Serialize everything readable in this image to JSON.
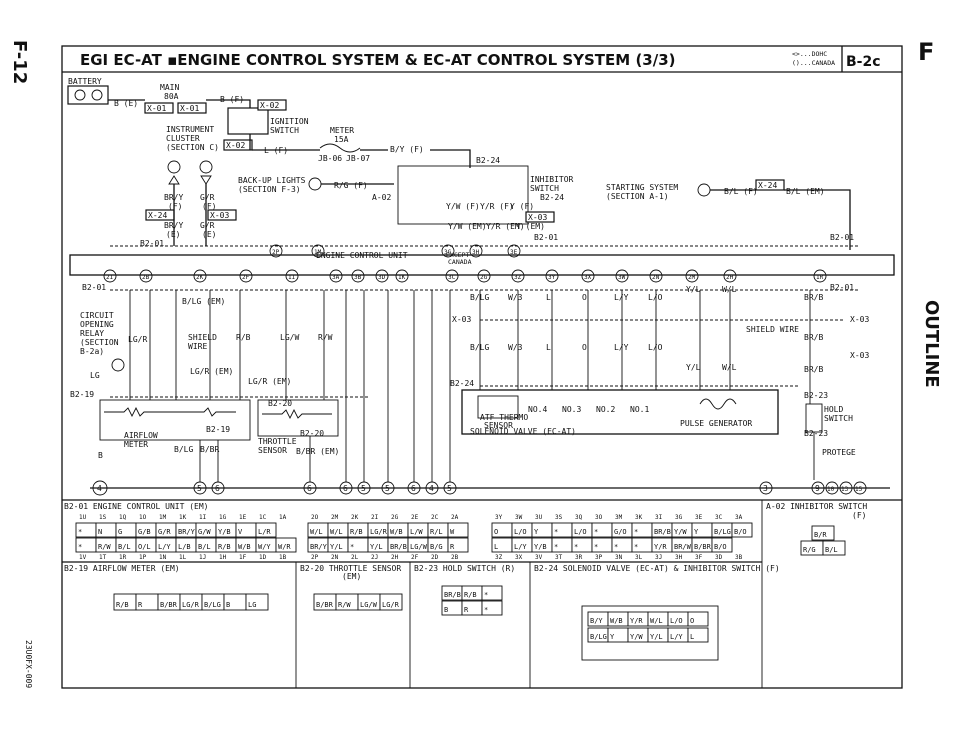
{
  "page": {
    "page_id": "F-12",
    "side_label": "F",
    "outline": "OUTLINE",
    "title": "EGI EC-AT ▪ENGINE CONTROL SYSTEM & EC-AT CONTROL SYSTEM (3/3)",
    "corner_code": "B-2c",
    "corner_small_1": "<>...DOHC",
    "corner_small_2": "()...CANADA",
    "doc_code": "23U0FX-009"
  },
  "labels": {
    "battery": "BATTERY",
    "main": "MAIN",
    "main_amp": "80A",
    "b_e": "B (E)",
    "b_f": "B (F)",
    "x01": "X-01",
    "ignition": "IGNITION",
    "switch": "SWITCH",
    "x02": "X-02",
    "meter": "METER",
    "fuse": "15A",
    "jb06": "JB-06",
    "jb07": "JB-07",
    "by_f": "B/Y (F)",
    "l_f": "L (F)",
    "inst": "INSTRUMENT",
    "cluster": "CLUSTER",
    "section_c": "(SECTION C)",
    "br_y": "BR/Y",
    "g_r": "G/R",
    "f": "(F)",
    "e": "(E)",
    "x24": "X-24",
    "x03": "X-03",
    "backup": "BACK-UP LIGHTS",
    "section_f3": "(SECTION F-3)",
    "rg_f": "R/G (F)",
    "a02": "A-02",
    "b224": "B2-24",
    "inhibitor": "INHIBITOR",
    "starting": "STARTING SYSTEM",
    "section_a1": "(SECTION A-1)",
    "bl_f": "B/L (F)",
    "bl_em": "B/L (EM)",
    "yw_f": "Y/W (F)",
    "yr_f": "Y/R (F)",
    "y_f": "Y (F)",
    "yw_em": "Y/W (EM)",
    "yr_em": "Y/R (EM)",
    "y_em": "Y (EM)",
    "b201": "B2-01",
    "ecu": "ENGINE CONTROL UNIT",
    "except": "EXCEPT",
    "canada": "CANADA",
    "circuit": "CIRCUIT",
    "opening": "OPENING",
    "relay": "RELAY",
    "section": "(SECTION",
    "b2a": "B-2a)",
    "blg_em": "B/LG (EM)",
    "lgr": "LG/R",
    "shield": "SHIELD",
    "wire": "WIRE",
    "rb": "R/B",
    "lgw": "LG/W",
    "rw": "R/W",
    "lg": "LG",
    "lgr_em": "LG/R (EM)",
    "b219": "B2-19",
    "b220": "B2-20",
    "airflow": "AIRFLOW",
    "meter2": "METER",
    "throttle": "THROTTLE",
    "sensor": "SENSOR",
    "b": "B",
    "blg": "B/LG",
    "bbr": "B/BR",
    "bbr_em": "B/BR (EM)",
    "w3": "W/3",
    "l": "L",
    "o": "O",
    "ly": "L/Y",
    "lo": "L/O",
    "yl": "Y/L",
    "wl": "W/L",
    "brb": "BR/B",
    "brw": "BR/W",
    "bo": "B/O",
    "bbr2": "B/BR",
    "shield_wire": "SHIELD WIRE",
    "b223": "B2-23",
    "hold": "HOLD",
    "switch2": "SWITCH",
    "protege": "PROTEGE",
    "no4": "NO.4",
    "no3": "NO.3",
    "no2": "NO.2",
    "no1": "NO.1",
    "atf": "ATF THERMO",
    "atf2": "SENSOR",
    "solenoid": "SOLENOID VALVE (EC-AT)",
    "pulse": "PULSE GENERATOR",
    "n4": "4",
    "n5": "5",
    "n6": "6",
    "n3": "3",
    "n9": "9",
    "n10": "10",
    "n13": "13",
    "n15": "15"
  },
  "pins_top": [
    "2P",
    "1M",
    "3G",
    "3H",
    "3E"
  ],
  "pins_row": [
    "2I",
    "2B",
    "2K",
    "2F",
    "1I",
    "3A",
    "3B",
    "3D",
    "1K",
    "3C",
    "2G",
    "3Z",
    "3Y",
    "3X",
    "3W",
    "2N",
    "2M",
    "2H",
    "1R"
  ],
  "connectors": {
    "b201_title": "B2-01 ENGINE CONTROL UNIT (EM)",
    "b201_top": [
      "1U",
      "1S",
      "1Q",
      "1O",
      "1M",
      "1K",
      "1I",
      "1G",
      "1E",
      "1C",
      "1A"
    ],
    "b201_r1": [
      "*",
      "N",
      "G",
      "G/B",
      "G/R",
      "BR/Y",
      "G/W",
      "Y/B",
      "V",
      "L/R"
    ],
    "b201_r2": [
      "*",
      "R/W",
      "B/L",
      "O/L",
      "L/Y",
      "L/B",
      "B/L",
      "R/B",
      "W/B",
      "W/Y",
      "W/R"
    ],
    "b201_bot": [
      "1V",
      "1T",
      "1R",
      "1P",
      "1N",
      "1L",
      "1J",
      "1H",
      "1F",
      "1D",
      "1B"
    ],
    "mid_top": [
      "2O",
      "2M",
      "2K",
      "2I",
      "2G",
      "2E",
      "2C",
      "2A"
    ],
    "mid_r1": [
      "W/L",
      "W/L",
      "R/B",
      "LG/R",
      "W/B",
      "L/W",
      "R/L",
      "W"
    ],
    "mid_r2": [
      "BR/Y",
      "Y/L",
      "*",
      "Y/L",
      "BR/B",
      "LG/W",
      "B/G",
      "R"
    ],
    "mid_bot": [
      "2P",
      "2N",
      "2L",
      "2J",
      "2H",
      "2F",
      "2D",
      "2B"
    ],
    "r_top": [
      "3Y",
      "3W",
      "3U",
      "3S",
      "3Q",
      "3O",
      "3M",
      "3K",
      "3I",
      "3G",
      "3E",
      "3C",
      "3A"
    ],
    "r_r1": [
      "O",
      "L/O",
      "Y",
      "*",
      "L/O",
      "*",
      "G/O",
      "*",
      "BR/B",
      "Y/W",
      "Y",
      "B/LG",
      "B/O"
    ],
    "r_r2": [
      "L",
      "L/Y",
      "Y/B",
      "*",
      "*",
      "*",
      "*",
      "*",
      "Y/R",
      "BR/W",
      "B/BR",
      "B/O"
    ],
    "r_bot": [
      "3Z",
      "3X",
      "3V",
      "3T",
      "3R",
      "3P",
      "3N",
      "3L",
      "3J",
      "3H",
      "3F",
      "3D",
      "3B"
    ],
    "a02_title": "A-02 INHIBITOR SWITCH",
    "a02_f": "(F)",
    "a02_r1": [
      "B/R"
    ],
    "a02_r2": [
      "R/G",
      "B/L"
    ],
    "b219_title": "B2-19 AIRFLOW METER (EM)",
    "b219_cells": [
      "R/B",
      "R",
      "B/BR",
      "LG/R",
      "B/LG",
      "B",
      "LG"
    ],
    "b220_title": "B2-20 THROTTLE SENSOR",
    "b220_sub": "(EM)",
    "b220_cells": [
      "B/BR",
      "R/W",
      "LG/W",
      "LG/R"
    ],
    "b223_title": "B2-23 HOLD SWITCH (R)",
    "b223_r1": [
      "BR/B",
      "R/B",
      "*"
    ],
    "b223_r2": [
      "B",
      "R",
      "*"
    ],
    "b224_title": "B2-24 SOLENOID VALVE (EC-AT) & INHIBITOR SWITCH (F)",
    "b224_r1": [
      "B/Y",
      "W/B",
      "Y/R",
      "W/L",
      "L/O",
      "O"
    ],
    "b224_r2": [
      "B/LG",
      "Y",
      "Y/W",
      "Y/L",
      "L/Y",
      "L"
    ]
  }
}
